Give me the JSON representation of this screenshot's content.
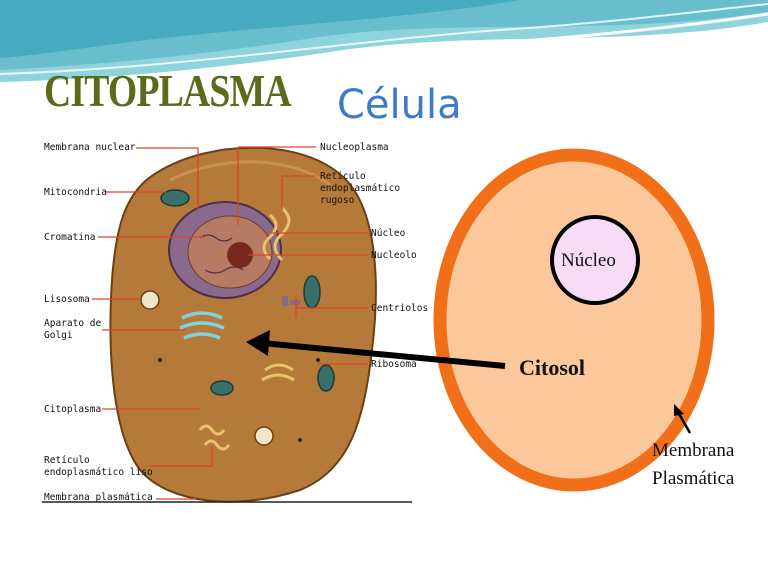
{
  "slide": {
    "title": "CITOPLASMA",
    "subtitle": "Célula"
  },
  "left_diagram": {
    "labels_left": [
      "Membrana nuclear",
      "Mitocondria",
      "Cromatina",
      "Lisosoma",
      "Aparato de",
      "Golgi",
      "Citoplasma",
      "Retículo",
      "endoplasmático liso",
      "Membrana plasmática"
    ],
    "labels_right": [
      "Nucleoplasma",
      "Retículo",
      "endoplasmático",
      "rugoso",
      "Núcleo",
      "Nucleolo",
      "Centriolos",
      "Ribosoma"
    ]
  },
  "right_diagram": {
    "nucleus_label": "Núcleo",
    "cytosol_label": "Citosol",
    "membrane_label_line1": "Membrana",
    "membrane_label_line2": "Plasmática"
  },
  "colors": {
    "title": "#5b6b1c",
    "subtitle": "#3d7bc9",
    "cell_fill": "#fcc89b",
    "membrane": "#f26f1a",
    "nucleus_fill": "#f8dcf7",
    "left_cell": "#b57a3a",
    "header_waves": "#8fd3dc"
  }
}
